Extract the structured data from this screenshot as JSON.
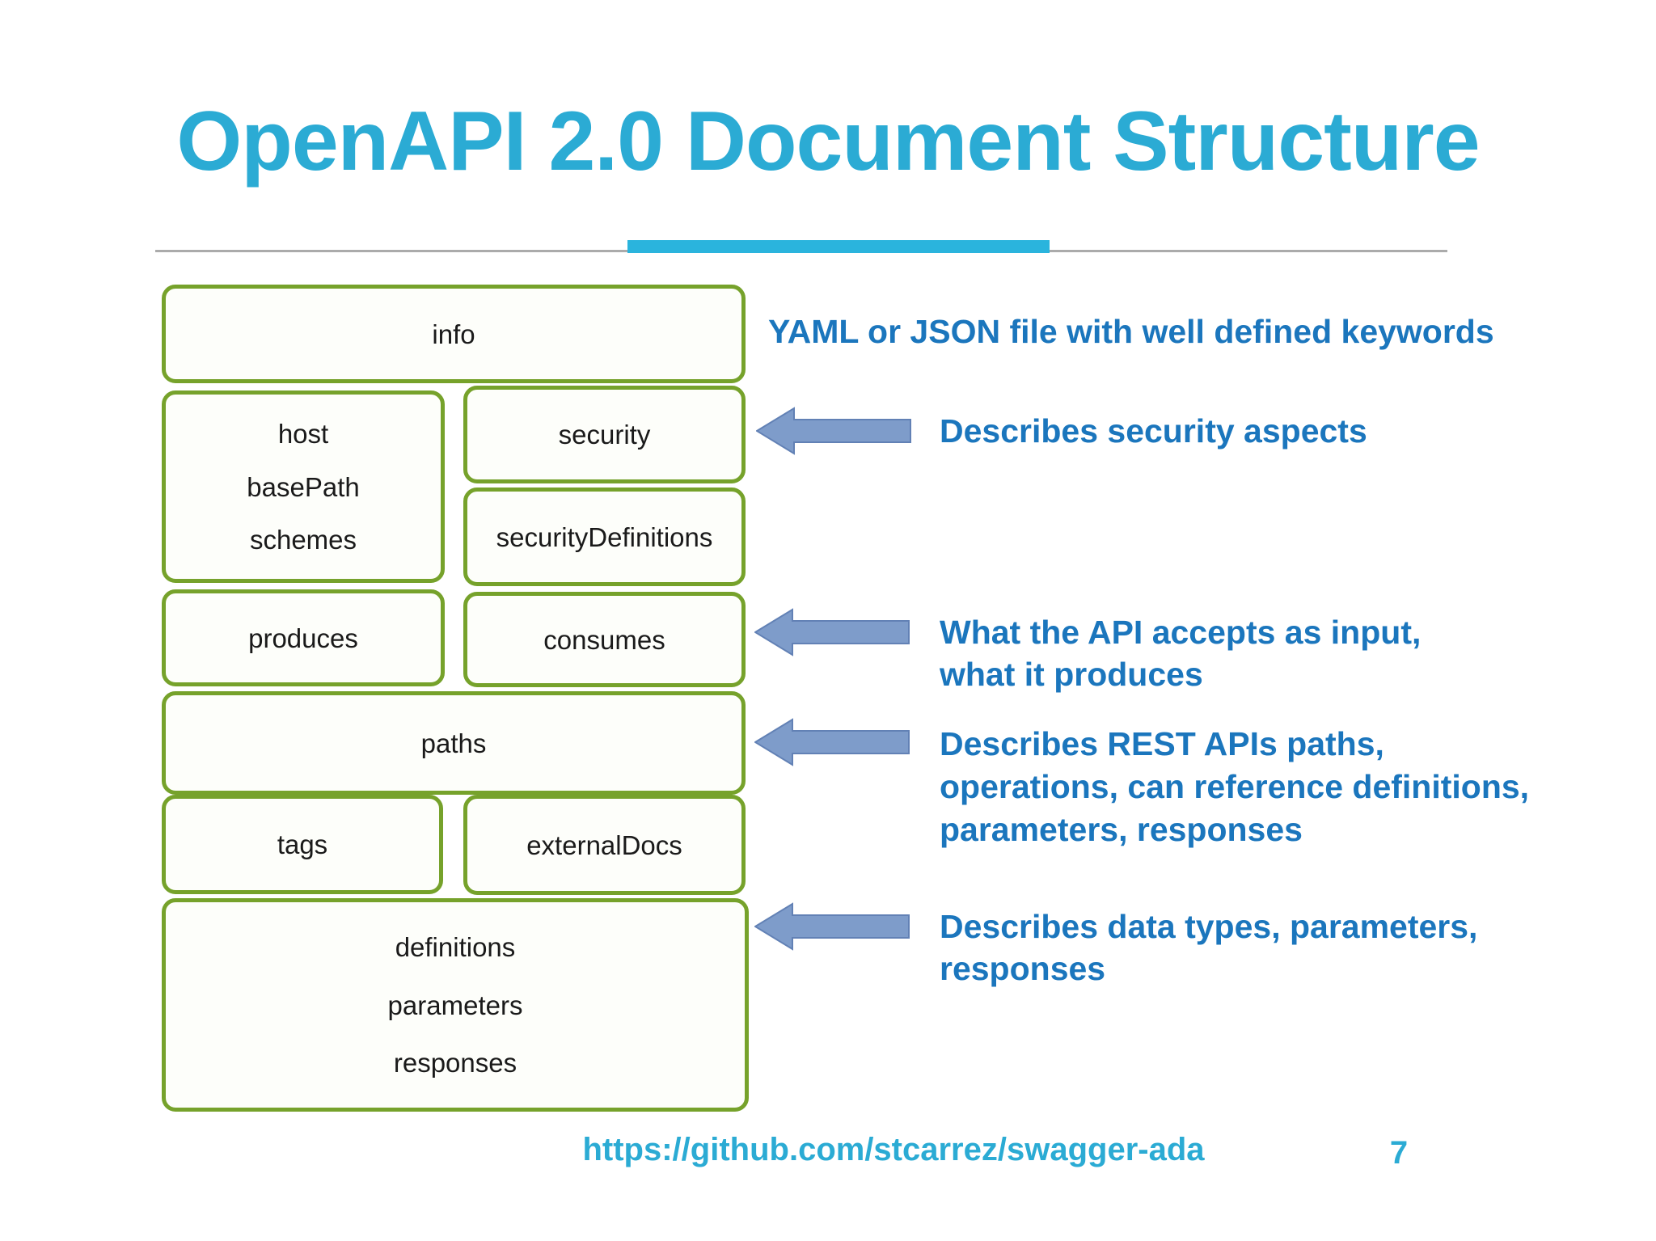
{
  "slide": {
    "title": "OpenAPI 2.0 Document Structure",
    "footer_url": "https://github.com/stcarrez/swagger-ada",
    "page_number": "7"
  },
  "colors": {
    "title": "#2babd4",
    "accent-bar": "#2ab4dd",
    "divider": "#ababab",
    "box-border": "#76a22b",
    "box-fill": "#fdfefa",
    "arrow-fill": "#7e9cca",
    "arrow-border": "#6281b5",
    "note": "#1b76bd",
    "footer": "#2babd4",
    "label": "#1a1a1a"
  },
  "diagram": {
    "boxes": [
      {
        "id": "info",
        "lines": [
          "info"
        ]
      },
      {
        "id": "host-group",
        "lines": [
          "host",
          "basePath",
          "schemes"
        ]
      },
      {
        "id": "security",
        "lines": [
          "security"
        ]
      },
      {
        "id": "securityDefinitions",
        "lines": [
          "securityDefinitions"
        ]
      },
      {
        "id": "produces",
        "lines": [
          "produces"
        ]
      },
      {
        "id": "consumes",
        "lines": [
          "consumes"
        ]
      },
      {
        "id": "paths",
        "lines": [
          "paths"
        ]
      },
      {
        "id": "tags",
        "lines": [
          "tags"
        ]
      },
      {
        "id": "externalDocs",
        "lines": [
          "externalDocs"
        ]
      },
      {
        "id": "definitions-group",
        "lines": [
          "definitions",
          "parameters",
          "responses"
        ]
      }
    ]
  },
  "annotations": [
    {
      "lines": [
        "YAML or JSON file with well defined keywords"
      ]
    },
    {
      "lines": [
        "Describes security aspects"
      ]
    },
    {
      "lines": [
        "What the API accepts as input,",
        "what it produces"
      ]
    },
    {
      "lines": [
        "Describes REST APIs paths,",
        "operations, can reference definitions,",
        "parameters, responses"
      ]
    },
    {
      "lines": [
        "Describes data types, parameters,",
        "responses"
      ]
    }
  ]
}
